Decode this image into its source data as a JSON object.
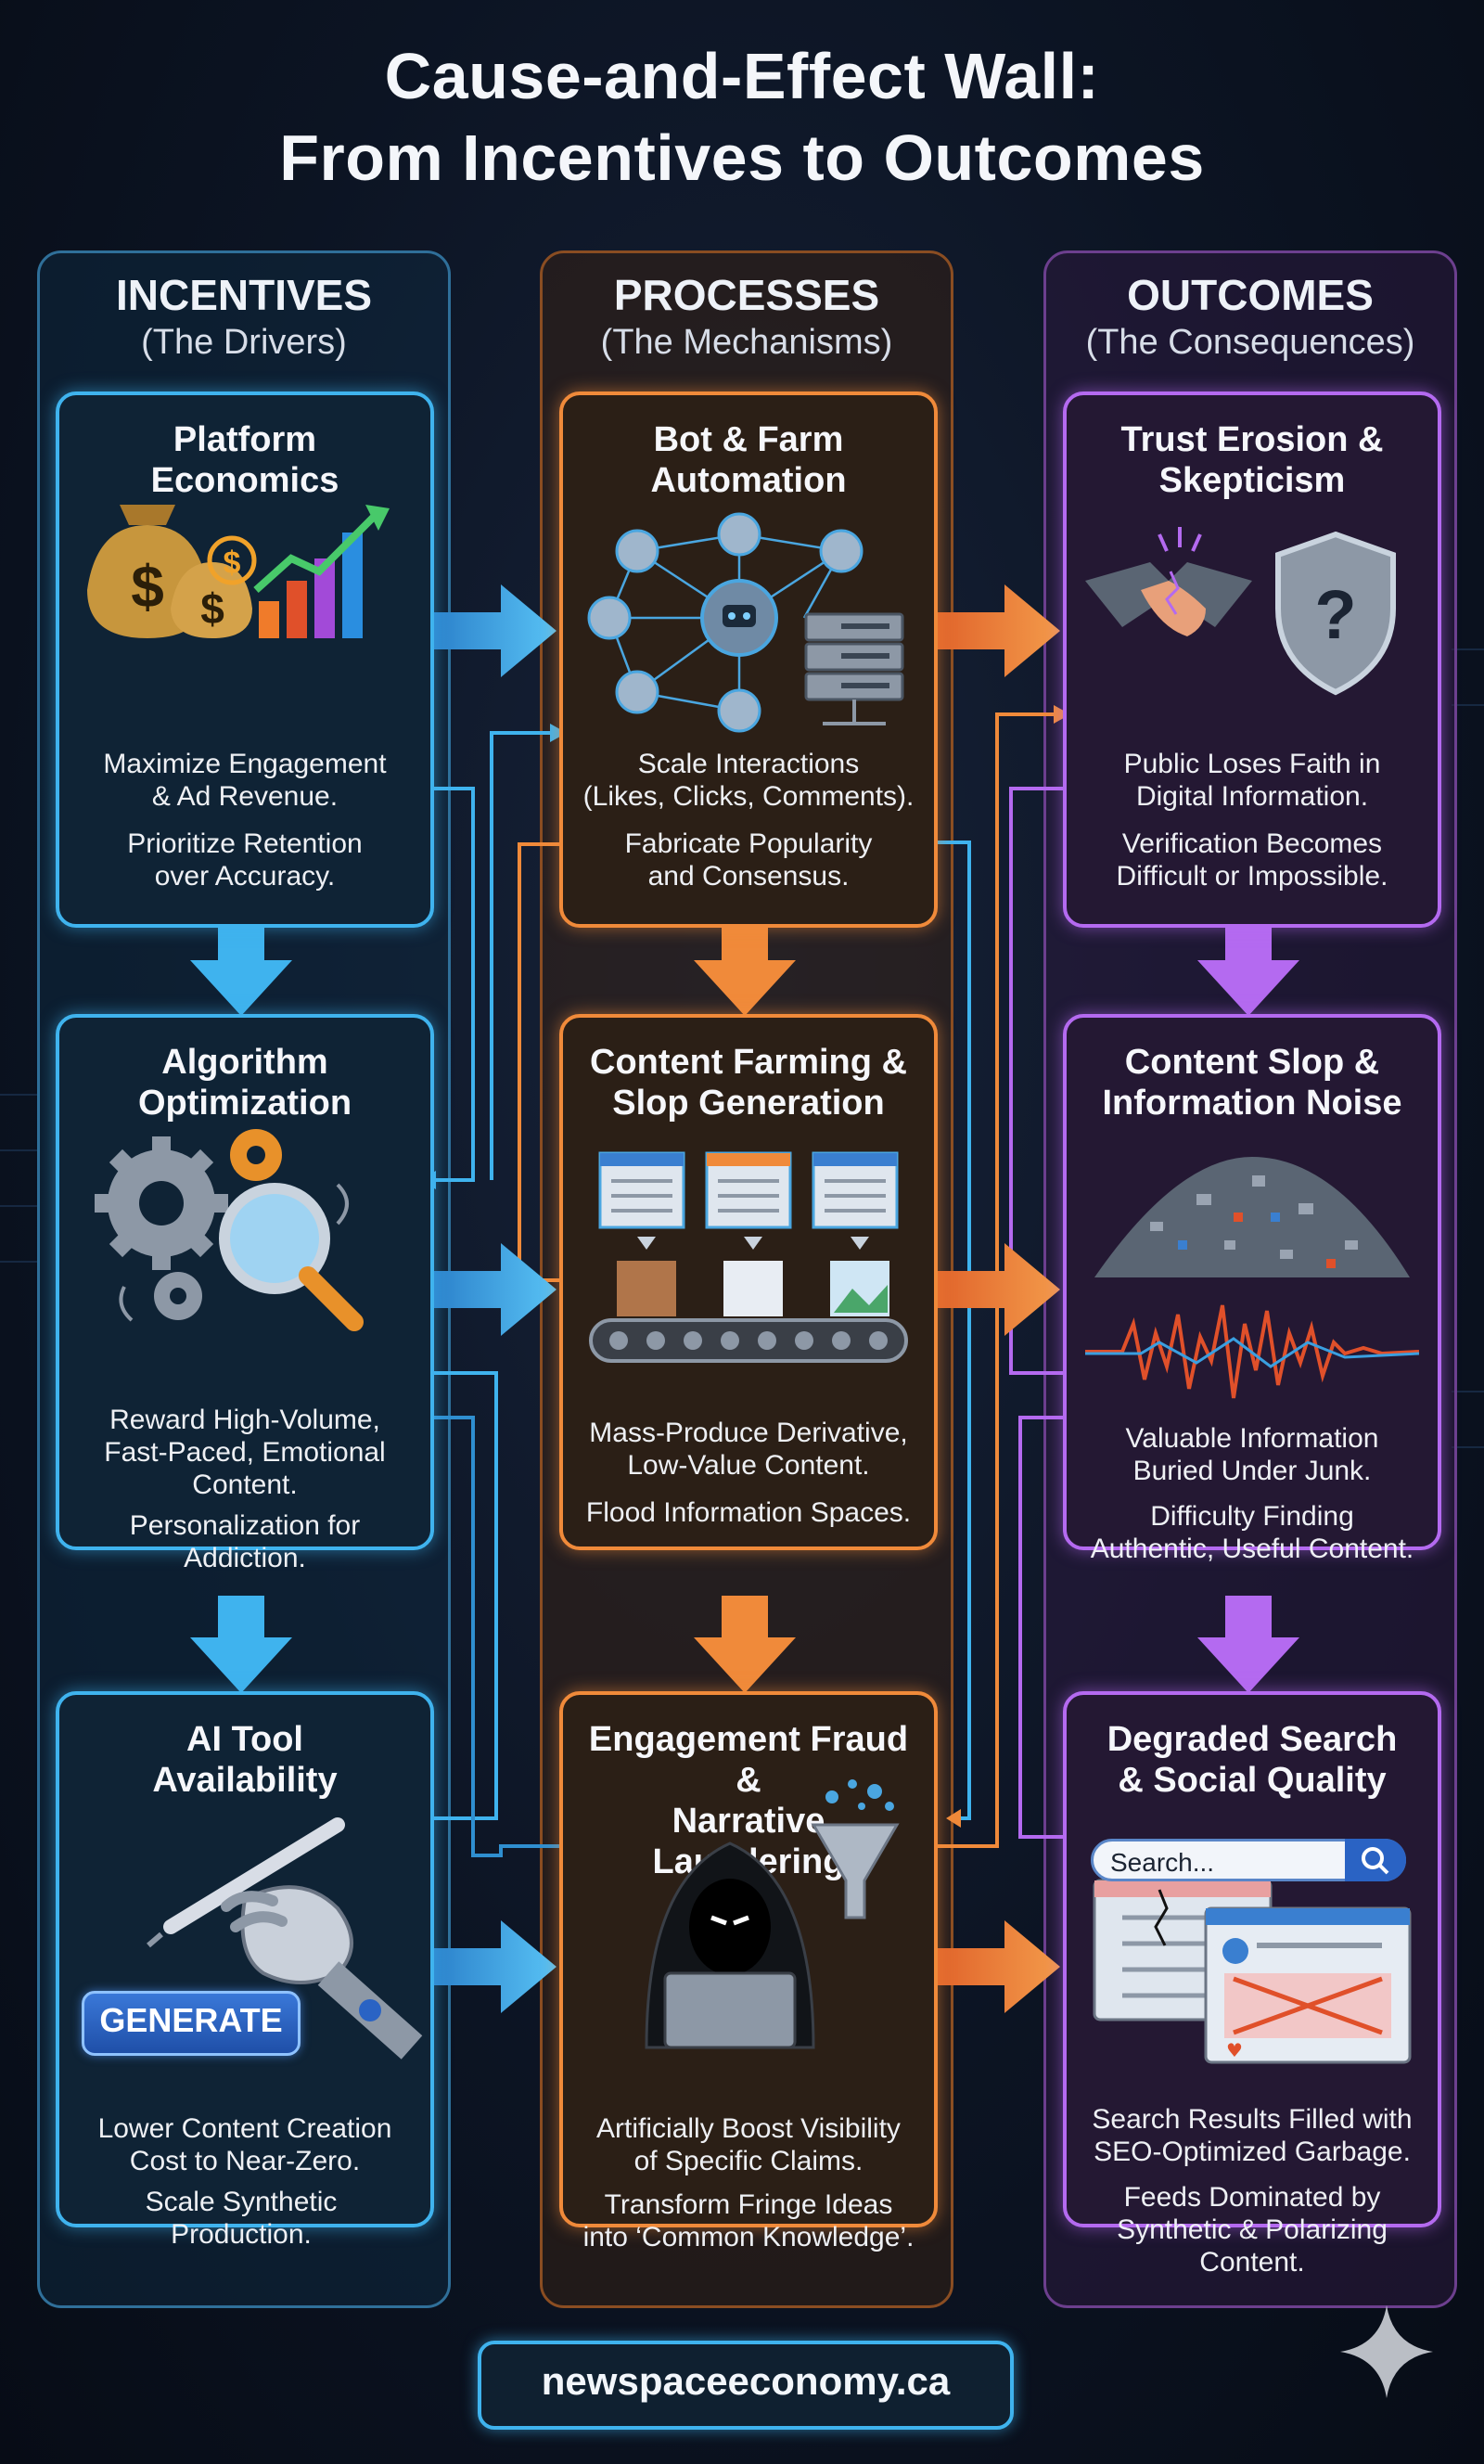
{
  "title_line1": "Cause-and-Effect Wall:",
  "title_line2": "From Incentives to Outcomes",
  "columns": [
    {
      "title": "INCENTIVES",
      "subtitle": "(The Drivers)"
    },
    {
      "title": "PROCESSES",
      "subtitle": "(The Mechanisms)"
    },
    {
      "title": "OUTCOMES",
      "subtitle": "(The Consequences)"
    }
  ],
  "incentives": [
    {
      "title": "Platform\nEconomics",
      "text1": "Maximize Engagement\n& Ad Revenue.",
      "text2": "Prioritize Retention\nover Accuracy."
    },
    {
      "title": "Algorithm\nOptimization",
      "text1": "Reward High-Volume,\nFast-Paced, Emotional\nContent.",
      "text2": "Personalization for\nAddiction."
    },
    {
      "title": "AI Tool\nAvailability",
      "text1": "Lower Content Creation\nCost to Near-Zero.",
      "text2": "Scale Synthetic\nProduction."
    }
  ],
  "processes": [
    {
      "title": "Bot & Farm\nAutomation",
      "text1": "Scale Interactions\n(Likes, Clicks, Comments).",
      "text2": "Fabricate Popularity\nand Consensus."
    },
    {
      "title": "Content Farming &\nSlop Generation",
      "text1": "Mass-Produce Derivative,\nLow-Value Content.",
      "text2": "Flood Information Spaces."
    },
    {
      "title": "Engagement Fraud &\nNarrative Laundering",
      "text1": "Artificially Boost Visibility\nof Specific Claims.",
      "text2": "Transform Fringe Ideas\ninto ‘Common Knowledge’."
    }
  ],
  "outcomes": [
    {
      "title": "Trust Erosion &\nSkepticism",
      "text1": "Public Loses Faith in\nDigital Information.",
      "text2": "Verification Becomes\nDifficult or Impossible."
    },
    {
      "title": "Content Slop &\nInformation Noise",
      "text1": "Valuable Information\nBuried Under Junk.",
      "text2": "Difficulty Finding\nAuthentic, Useful Content."
    },
    {
      "title": "Degraded Search\n& Social Quality",
      "text1": "Search Results Filled with\nSEO-Optimized Garbage.",
      "text2": "Feeds Dominated by\nSynthetic & Polarizing\nContent."
    }
  ],
  "generate_label": "GENERATE",
  "search_placeholder": "Search...",
  "footer": "newspaceeconomy.ca",
  "colors": {
    "incentives": "#3fb3ee",
    "processes": "#f08a3a",
    "outcomes": "#b46af0"
  }
}
